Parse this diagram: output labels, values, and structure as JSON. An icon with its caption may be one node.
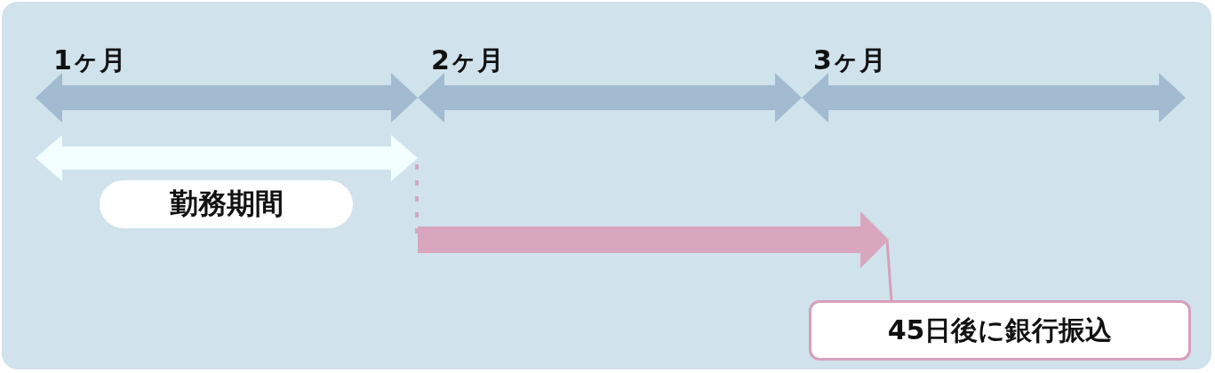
{
  "diagram": {
    "nodes": [
      {
        "text": [
          "勤務期間"
        ]
      },
      {
        "text": [],
        "shape": "arrow"
      },
      {
        "text": [
          "45日後に銀行振込"
        ]
      }
    ],
    "edges": [
      {
        "from": 2,
        "to": 1,
        "arrow": "none"
      }
    ],
    "labels": [
      "1ヶ月",
      "2ヶ月",
      "3ヶ月"
    ]
  }
}
